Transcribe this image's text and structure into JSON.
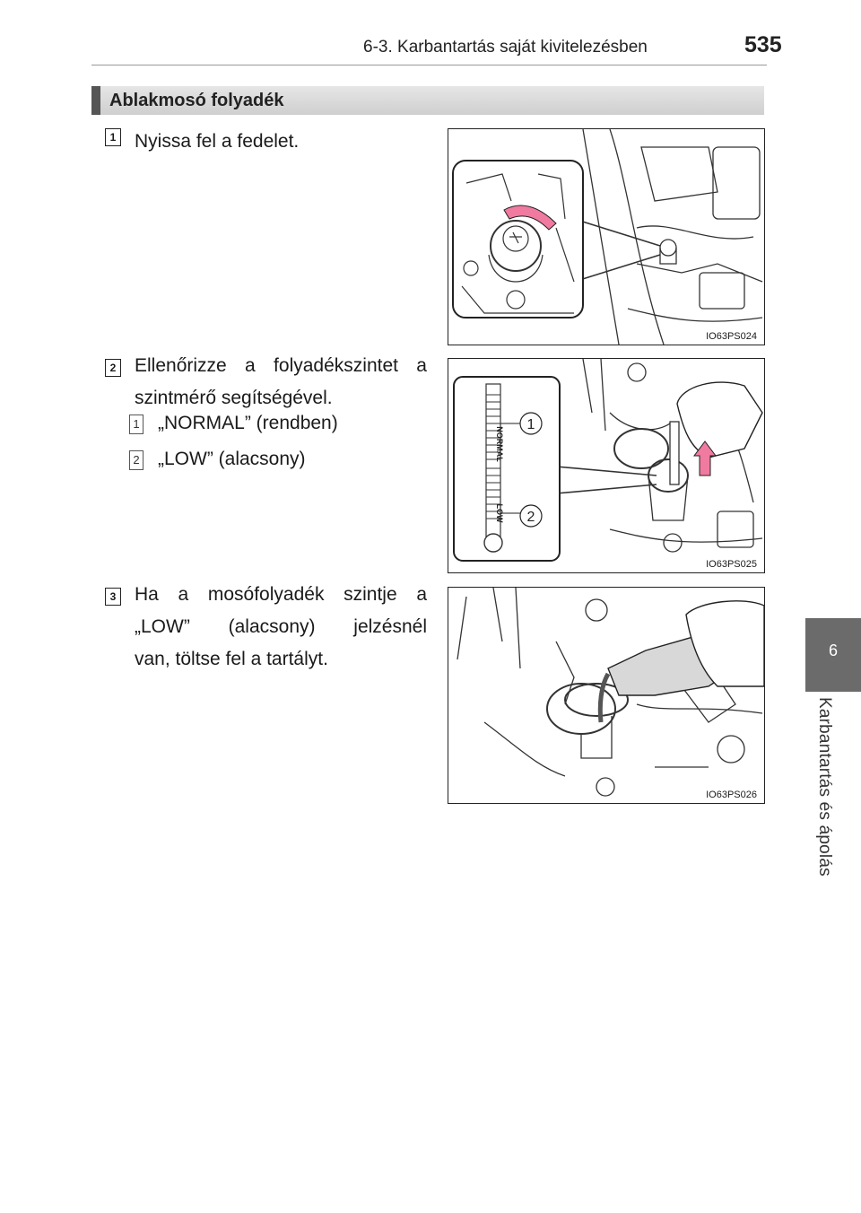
{
  "header": {
    "section_title": "6-3. Karbantartás saját kivitelezésben",
    "page_number": "535"
  },
  "side_tab": {
    "chapter_number": "6",
    "chapter_title": "Karbantartás és ápolás"
  },
  "section": {
    "title": "Ablakmosó folyadék"
  },
  "steps": [
    {
      "number": "1",
      "text": "Nyissa fel a fedelet.",
      "figure_code": "IO63PS024"
    },
    {
      "number": "2",
      "text_line1": "Ellenőrizze a folyadékszintet a",
      "text_line2": "szintmérő segítségével.",
      "items": [
        {
          "number": "1",
          "text": "„NORMAL” (rendben)"
        },
        {
          "number": "2",
          "text": "„LOW” (alacsony)"
        }
      ],
      "gauge_label_normal": "NORMAL",
      "gauge_label_low": "LOW",
      "callout_1": "1",
      "callout_2": "2",
      "figure_code": "IO63PS025"
    },
    {
      "number": "3",
      "text_line1": "Ha a mosófolyadék szintje a",
      "text_line2": "„LOW” (alacsony) jelzésnél",
      "text_line3": "van, töltse fel a tartályt.",
      "figure_code": "IO63PS026"
    }
  ]
}
